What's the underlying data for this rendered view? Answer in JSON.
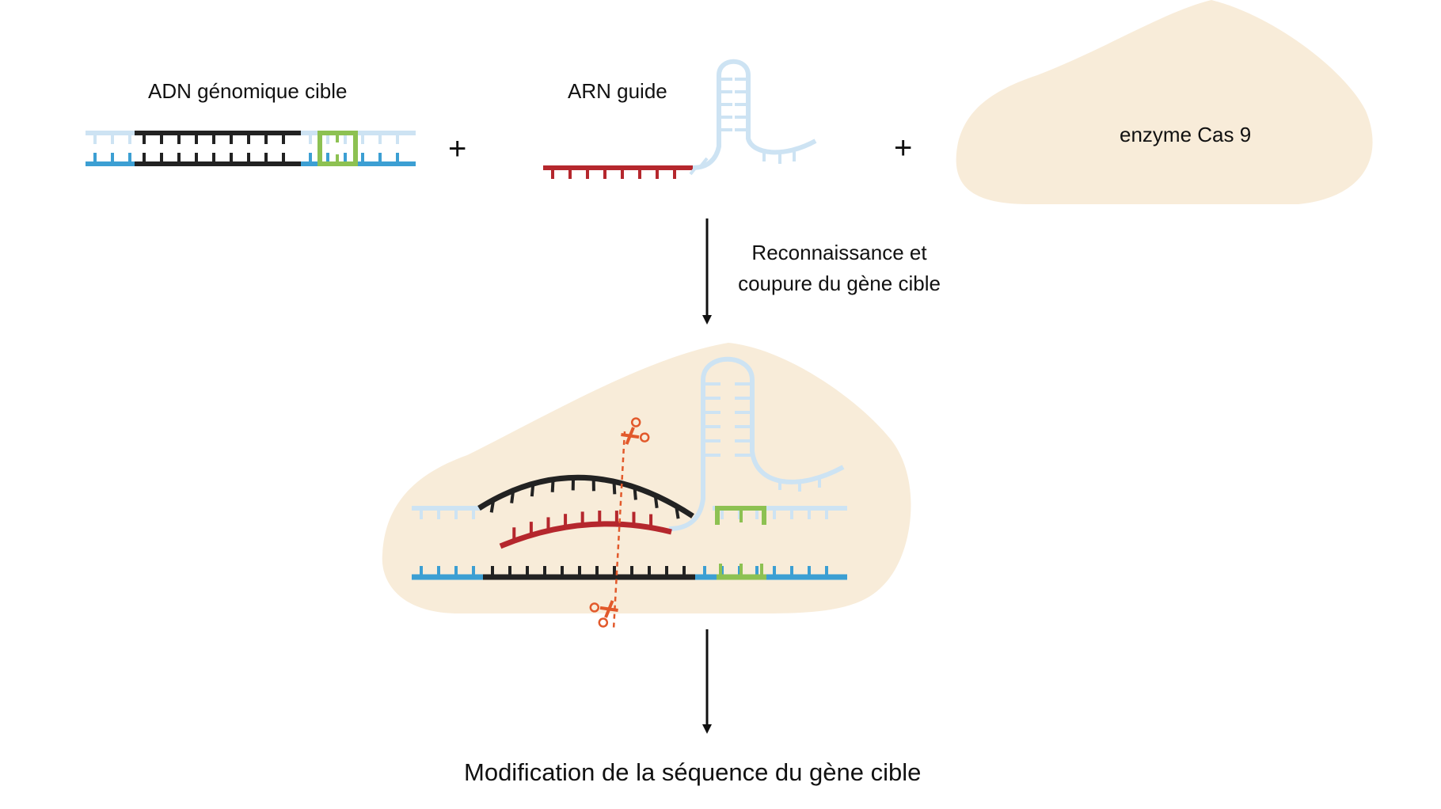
{
  "labels": {
    "target_dna": "ADN génomique cible",
    "guide_rna": "ARN guide",
    "enzyme": "enzyme Cas 9",
    "plus": "+",
    "step_line1": "Reconnaissance et",
    "step_line2": "coupure du gène cible",
    "result": "Modification de la séquence du gène cible"
  },
  "colors": {
    "target_strand": "#222222",
    "guide_rna": "#b5272d",
    "dna_flank_top": "#cde3f3",
    "dna_flank_bottom": "#3c9fd3",
    "pam": "#8dc152",
    "enzyme_fill": "#f8ecd9",
    "scissors": "#e2592b",
    "arrow": "#111111"
  },
  "icons": [
    "scissors-icon",
    "scissors-icon",
    "arrow-down-icon",
    "arrow-down-icon"
  ]
}
